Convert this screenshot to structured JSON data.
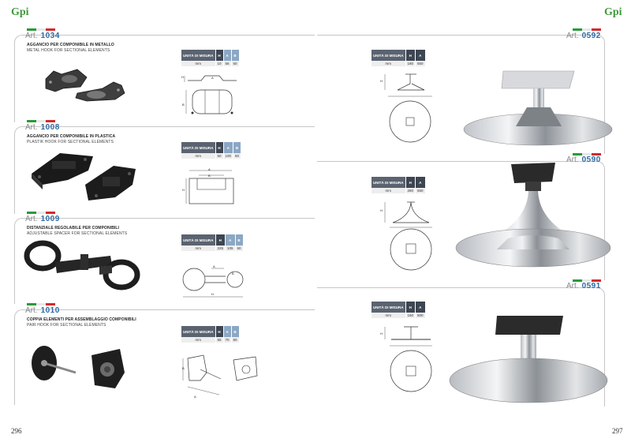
{
  "brand": {
    "logo": "Gpi"
  },
  "left_page": {
    "number": "296",
    "products": [
      {
        "art_prefix": "Art.",
        "art_number": "1034",
        "title_it": "AGGANCIO PER COMPONIBILE IN METALLO",
        "title_en": "METAL HOOK FOR SECTIONAL ELEMENTS",
        "table": {
          "headers": [
            "UNITÀ DI MISURA",
            "H",
            "A",
            "B"
          ],
          "row": [
            "mm",
            "10",
            "56",
            "50"
          ]
        }
      },
      {
        "art_prefix": "Art.",
        "art_number": "1008",
        "title_it": "AGGANCIO PER COMPONIBILE IN PLASTICA",
        "title_en": "PLASTIK HOOK FOR SECTIONAL ELEMENTS",
        "table": {
          "headers": [
            "UNITÀ DI MISURA",
            "H",
            "A",
            "B"
          ],
          "row": [
            "mm",
            "50",
            "100",
            "50"
          ]
        }
      },
      {
        "art_prefix": "Art.",
        "art_number": "1009",
        "title_it": "DISTANZIALE REGOLABILE PER COMPONIBILI",
        "title_en": "ADJUSTABLE SPACER FOR SECTIONAL ELEMENTS",
        "table": {
          "headers": [
            "UNITÀ DI MISURA",
            "H",
            "A",
            "B"
          ],
          "row": [
            "mm",
            "225",
            "105",
            "60"
          ]
        }
      },
      {
        "art_prefix": "Art.",
        "art_number": "1010",
        "title_it": "COPPIA ELEMENTI PER ASSEMBLAGGIO COMPONIBILI",
        "title_en": "PAIR HOOK FOR SECTIONAL ELEMENTS",
        "table": {
          "headers": [
            "UNITÀ DI MISURA",
            "H",
            "A",
            "B"
          ],
          "row": [
            "mm",
            "55",
            "70",
            "60"
          ]
        }
      }
    ]
  },
  "right_page": {
    "number": "297",
    "products": [
      {
        "art_prefix": "Art.",
        "art_number": "0592",
        "table": {
          "headers": [
            "UNITÀ DI MISURA",
            "H",
            "A"
          ],
          "row": [
            "mm",
            "180",
            "550"
          ]
        }
      },
      {
        "art_prefix": "Art.",
        "art_number": "0590",
        "table": {
          "headers": [
            "UNITÀ DI MISURA",
            "H",
            "A"
          ],
          "row": [
            "mm",
            "260",
            "550"
          ]
        }
      },
      {
        "art_prefix": "Art.",
        "art_number": "0591",
        "table": {
          "headers": [
            "UNITÀ DI MISURA",
            "H",
            "A"
          ],
          "row": [
            "mm",
            "150",
            "500"
          ]
        }
      }
    ]
  },
  "colors": {
    "art_number": "#2c6aa3",
    "table_header": "#3d4652",
    "flag_green": "#2a9a3a",
    "flag_red": "#d42a2a"
  },
  "dimension_letters": {
    "h": "H",
    "a": "A",
    "b": "B"
  }
}
